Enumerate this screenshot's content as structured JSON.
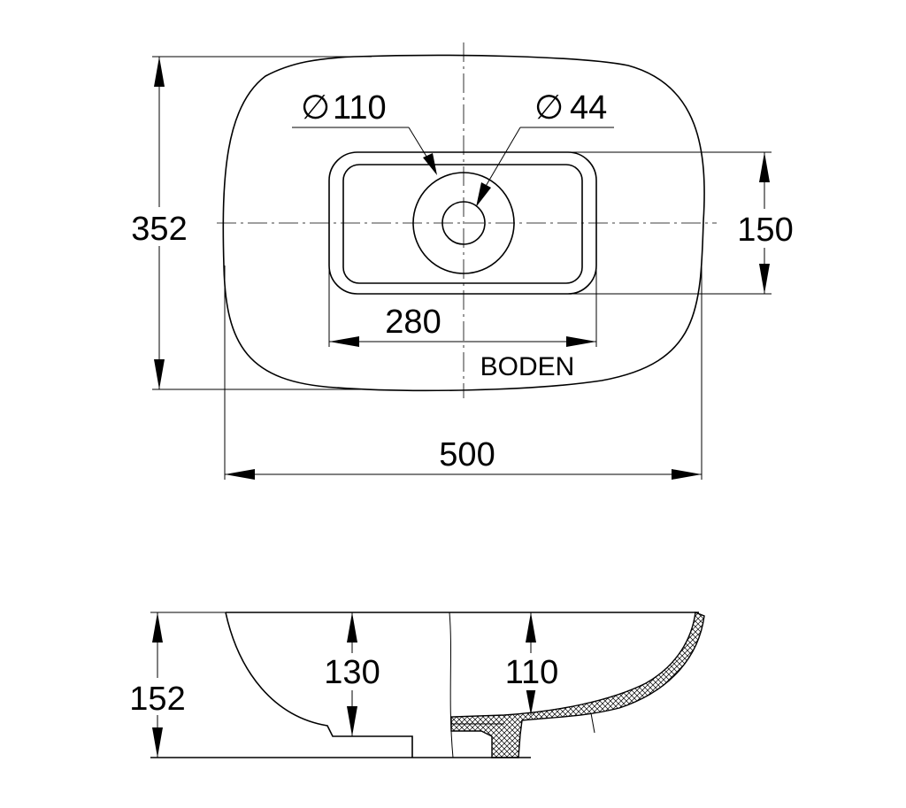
{
  "top_view": {
    "overall_depth": "352",
    "overall_width": "500",
    "bowl_depth": "150",
    "bowl_width": "280",
    "waste_diameter_symbol": "∅",
    "waste_diameter": "110",
    "drain_diameter_symbol": "∅",
    "drain_diameter": "44",
    "bottom_label": "BODEN"
  },
  "side_view": {
    "overall_height": "152",
    "inner_depth_left": "130",
    "inner_depth_right": "110"
  }
}
